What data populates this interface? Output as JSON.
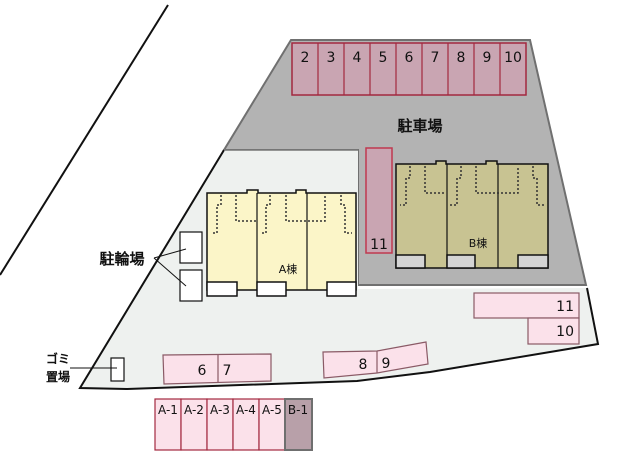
{
  "site_plan": {
    "parking_area_label": "駐車場",
    "bicycle_parking_label": "駐輪場",
    "garbage_label_line1": "ゴミ",
    "garbage_label_line2": "置場",
    "buildings": [
      {
        "id": "A",
        "label": "A棟",
        "color": "#fbf5c8"
      },
      {
        "id": "B",
        "label": "B棟",
        "color": "#c8c392"
      }
    ],
    "top_parking_slots": [
      "2",
      "3",
      "4",
      "5",
      "6",
      "7",
      "8",
      "9",
      "10"
    ],
    "side_parking_slot": "11",
    "front_slots_left": [
      "6",
      "7"
    ],
    "front_slots_mid": [
      "8",
      "9"
    ],
    "right_slots": [
      "11",
      "10"
    ],
    "bottom_slots": [
      "A-1",
      "A-2",
      "A-3",
      "A-4",
      "A-5",
      "B-1"
    ]
  },
  "colors": {
    "parking_gray": "#b3b3b3",
    "yard": "#eef1ef",
    "slot_mauve": "#c9a5b2",
    "slot_border_red": "#a3283f",
    "slot_pink": "#fbe1ea",
    "slot_b1": "#b8a0a9"
  }
}
